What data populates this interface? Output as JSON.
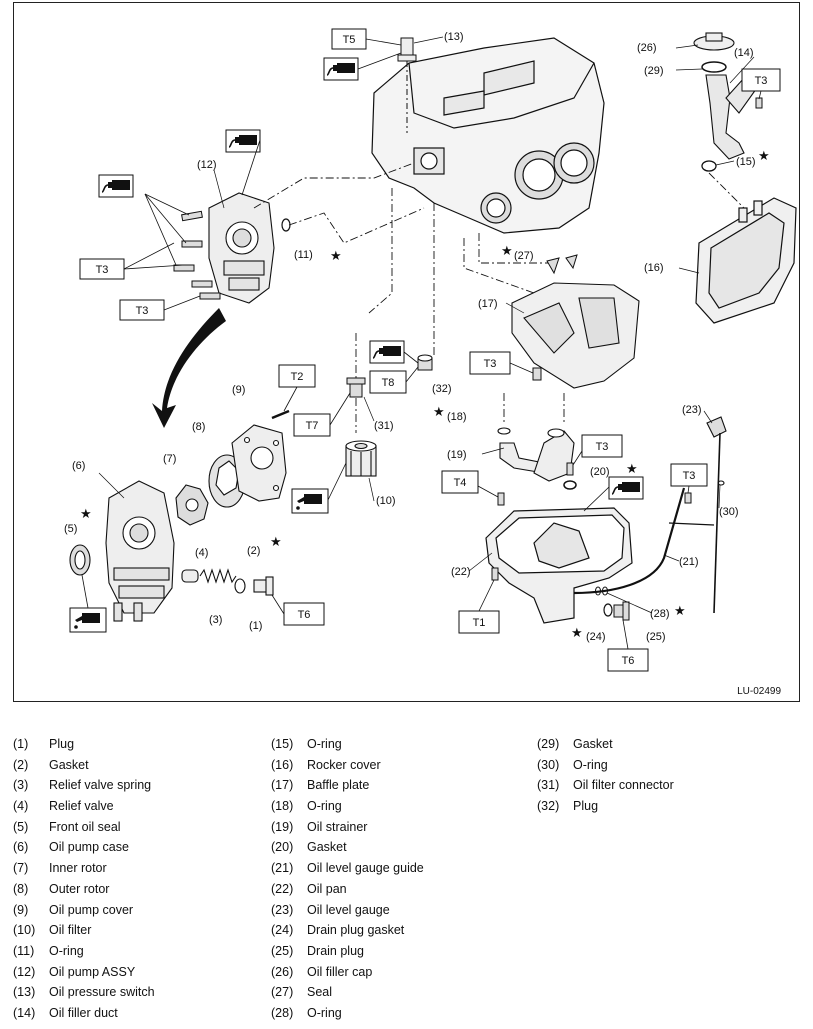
{
  "diagram": {
    "reference_code": "LU-02499",
    "torque_labels": {
      "T1": "T1",
      "T2": "T2",
      "T3": "T3",
      "T4": "T4",
      "T5": "T5",
      "T6": "T6",
      "T7": "T7",
      "T8": "T8"
    },
    "callouts": {
      "n1": "(1)",
      "n2": "(2)",
      "n3": "(3)",
      "n4": "(4)",
      "n5": "(5)",
      "n6": "(6)",
      "n7": "(7)",
      "n8": "(8)",
      "n9": "(9)",
      "n10": "(10)",
      "n11": "(11)",
      "n12": "(12)",
      "n13": "(13)",
      "n14": "(14)",
      "n15": "(15)",
      "n16": "(16)",
      "n17": "(17)",
      "n18": "(18)",
      "n19": "(19)",
      "n20": "(20)",
      "n21": "(21)",
      "n22": "(22)",
      "n23": "(23)",
      "n24": "(24)",
      "n25": "(25)",
      "n26": "(26)",
      "n27": "(27)",
      "n28": "(28)",
      "n29": "(29)",
      "n30": "(30)",
      "n31": "(31)",
      "n32": "(32)"
    },
    "star_symbol": "★",
    "icons": {
      "sealant": "sealant-tube-icon",
      "oil": "oil-can-icon"
    }
  },
  "legend": {
    "columns": [
      [
        {
          "num": "(1)",
          "name": "Plug"
        },
        {
          "num": "(2)",
          "name": "Gasket"
        },
        {
          "num": "(3)",
          "name": "Relief valve spring"
        },
        {
          "num": "(4)",
          "name": "Relief valve"
        },
        {
          "num": "(5)",
          "name": "Front oil seal"
        },
        {
          "num": "(6)",
          "name": "Oil pump case"
        },
        {
          "num": "(7)",
          "name": "Inner rotor"
        },
        {
          "num": "(8)",
          "name": "Outer rotor"
        },
        {
          "num": "(9)",
          "name": "Oil pump cover"
        },
        {
          "num": "(10)",
          "name": "Oil filter"
        },
        {
          "num": "(11)",
          "name": "O-ring"
        },
        {
          "num": "(12)",
          "name": "Oil pump ASSY"
        },
        {
          "num": "(13)",
          "name": "Oil pressure switch"
        },
        {
          "num": "(14)",
          "name": "Oil filler duct"
        }
      ],
      [
        {
          "num": "(15)",
          "name": "O-ring"
        },
        {
          "num": "(16)",
          "name": "Rocker cover"
        },
        {
          "num": "(17)",
          "name": "Baffle plate"
        },
        {
          "num": "(18)",
          "name": "O-ring"
        },
        {
          "num": "(19)",
          "name": "Oil strainer"
        },
        {
          "num": "(20)",
          "name": "Gasket"
        },
        {
          "num": "(21)",
          "name": "Oil level gauge guide"
        },
        {
          "num": "(22)",
          "name": "Oil pan"
        },
        {
          "num": "(23)",
          "name": "Oil level gauge"
        },
        {
          "num": "(24)",
          "name": "Drain plug gasket"
        },
        {
          "num": "(25)",
          "name": "Drain plug"
        },
        {
          "num": "(26)",
          "name": "Oil filler cap"
        },
        {
          "num": "(27)",
          "name": "Seal"
        },
        {
          "num": "(28)",
          "name": "O-ring"
        }
      ],
      [
        {
          "num": "(29)",
          "name": "Gasket"
        },
        {
          "num": "(30)",
          "name": "O-ring"
        },
        {
          "num": "(31)",
          "name": "Oil filter connector"
        },
        {
          "num": "(32)",
          "name": "Plug"
        }
      ]
    ]
  }
}
